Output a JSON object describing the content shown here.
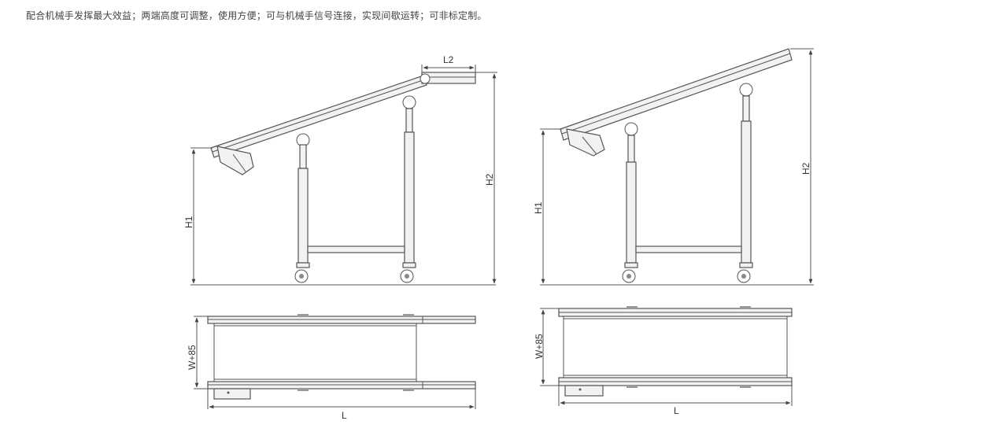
{
  "caption": "配合机械手发挥最大效益；两端高度可调整，使用方便；可与机械手信号连接，实现间歇运转；可非标定制。",
  "labels": {
    "left_side": {
      "l2": "L2",
      "h1": "H1",
      "h2": "H2"
    },
    "right_side": {
      "h1": "H1",
      "h2": "H2"
    },
    "left_top": {
      "width": "W+85",
      "length": "L"
    },
    "right_top": {
      "width": "W+85",
      "length": "L"
    }
  }
}
